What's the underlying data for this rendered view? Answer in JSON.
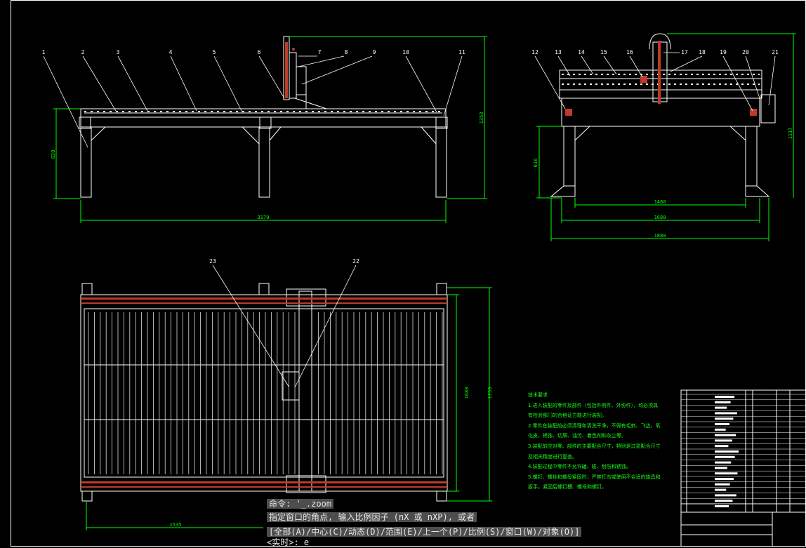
{
  "colors": {
    "background": "#000000",
    "frame": "#ffffff",
    "dimension": "#00ff00",
    "leader": "#ffffff",
    "rail": "#c0392b",
    "notes": "#18ff18",
    "command_bg": "#5a5a5a"
  },
  "front_view": {
    "balloons": [
      "1",
      "2",
      "3",
      "4",
      "5",
      "6",
      "7",
      "8",
      "9",
      "10",
      "11"
    ],
    "dims": {
      "length": "3170",
      "leg_height": "820",
      "overall_height": "1353"
    }
  },
  "side_view": {
    "balloons": [
      "12",
      "13",
      "14",
      "15",
      "16",
      "17",
      "18",
      "19",
      "20",
      "21"
    ],
    "dims": {
      "leg_height": "616",
      "width_inner": "1480",
      "width_mid": "1680",
      "width_outer": "1880",
      "overall_height": "1117"
    }
  },
  "top_view": {
    "balloons": [
      "23",
      "22"
    ],
    "dims": {
      "length": "1535",
      "inner_width": "1680",
      "outer_width": "1750"
    }
  },
  "tech_notes": [
    "技术要求",
    "1.进入装配的零件及部件（包括外购件、外协件），均必须具",
    "有检验部门的合格证方能进行装配。",
    "2.零件在装配前必须清理和清洗干净，不得有毛刺、飞边、氧",
    "化皮、锈蚀、切屑、油污、着色剂和灰尘等。",
    "3.装配前应对零、部件的主要配合尺寸，特别是过盈配合尺寸",
    "及相关精度进行复查。",
    "4.装配过程中零件不允许磕、碰、划伤和锈蚀。",
    "5.螺钉、螺栓和螺母紧固时，严禁打击或使用不合适的旋具和",
    "扳手。紧固后螺钉槽、螺母和螺钉。"
  ],
  "command": {
    "prompt_label": "命令:",
    "prompt_value": "'_.zoom",
    "line1": "指定窗口的角点, 输入比例因子 (nX 或 nXP), 或者",
    "line2": "[全部(A)/中心(C)/动态(D)/范围(E)/上一个(P)/比例(S)/窗口(W)/对象(O)]",
    "line3_label": "<实时>:",
    "line3_value": "e"
  }
}
